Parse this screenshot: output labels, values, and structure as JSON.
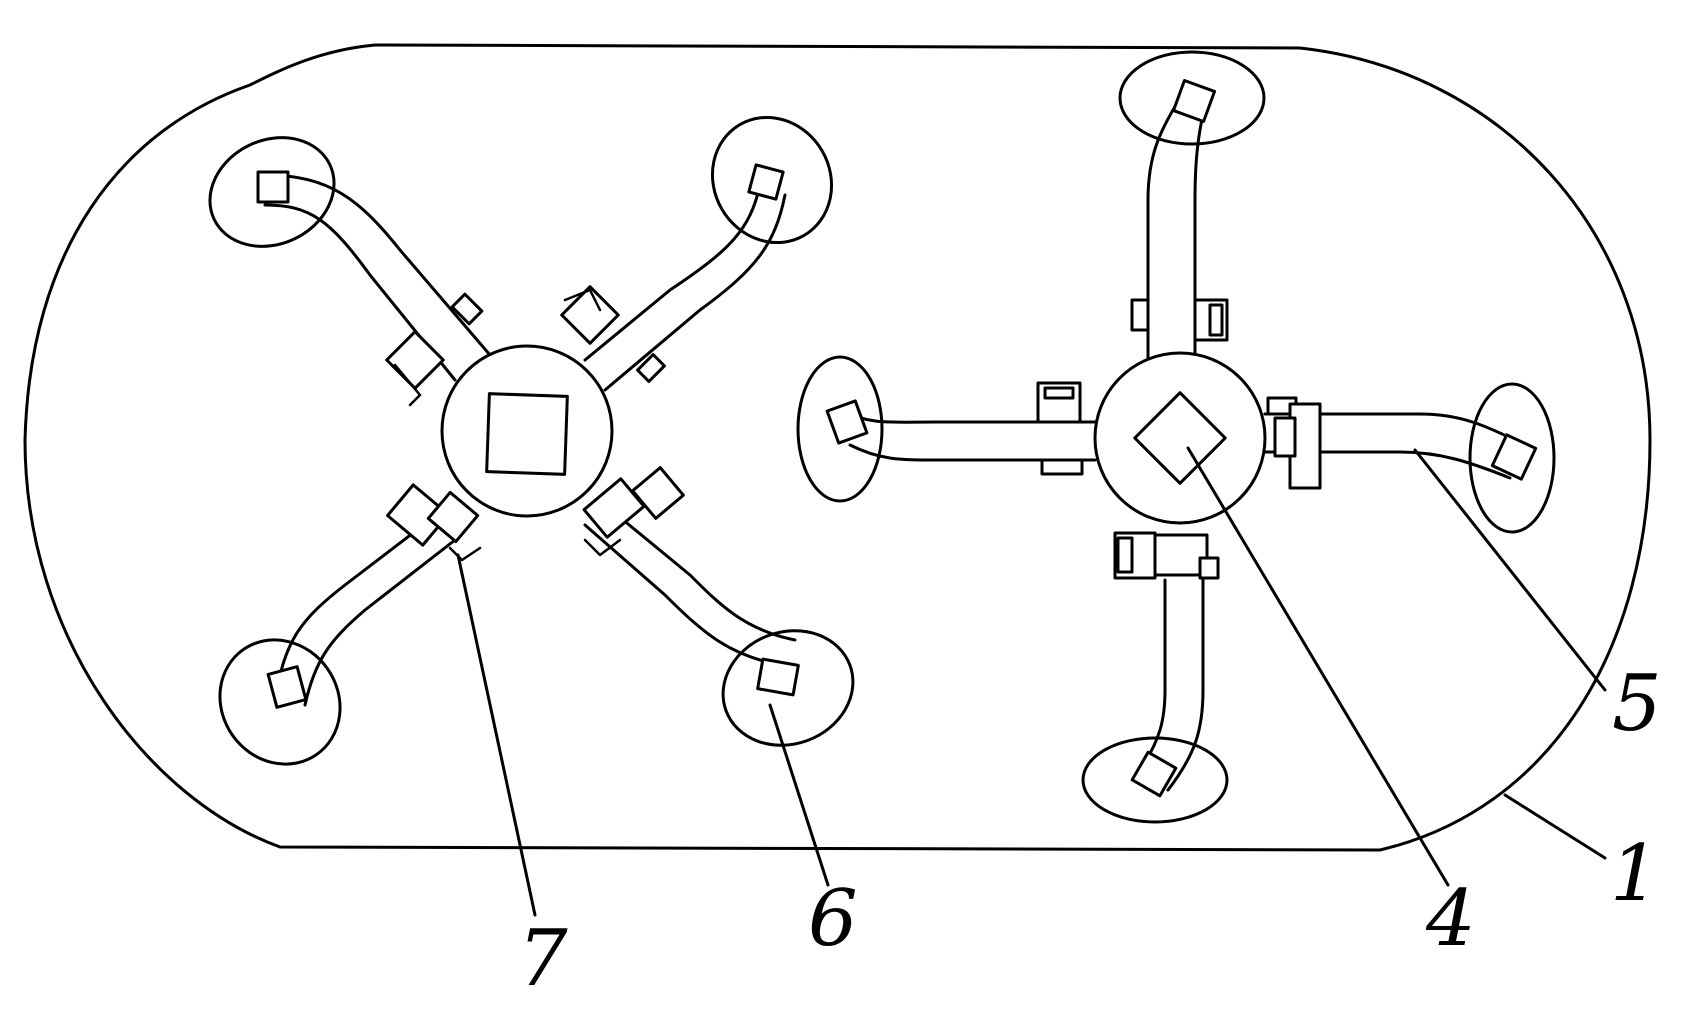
{
  "callouts": {
    "base_plate": "1",
    "square_hub": "4",
    "arm": "5",
    "suction_pad": "6",
    "clamp": "7"
  },
  "colors": {
    "stroke": "#000000",
    "background": "#ffffff"
  }
}
